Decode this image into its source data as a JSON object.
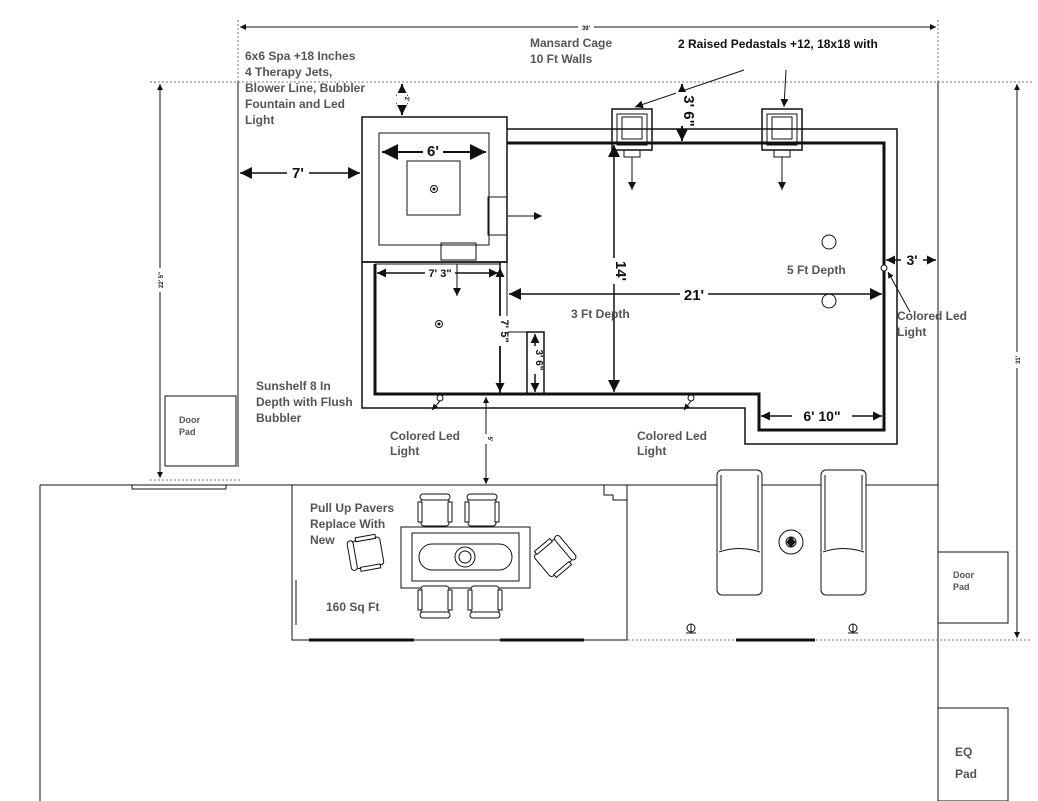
{
  "labels": {
    "spa": [
      "6x6 Spa +18 Inches",
      "4 Therapy Jets,",
      "Blower Line, Bubbler",
      "Fountain and Led",
      "Light"
    ],
    "cage": [
      "Mansard Cage",
      "10 Ft Walls"
    ],
    "pedestals": "2 Raised Pedastals +12, 18x18 with",
    "sunshelf": [
      "Sunshelf 8 In",
      "Depth with Flush",
      "Bubbler"
    ],
    "led_left": [
      "Colored Led",
      "Light"
    ],
    "led_mid": [
      "Colored Led",
      "Light"
    ],
    "led_right": [
      "Colored Led",
      "Light"
    ],
    "depth_5": "5 Ft Depth",
    "depth_3": "3 Ft Depth",
    "pavers": [
      "Pull Up Pavers",
      "Replace With",
      "New"
    ],
    "sqft": "160 Sq Ft",
    "door_pad_left": [
      "Door",
      "Pad"
    ],
    "door_pad_right": [
      "Door",
      "Pad"
    ],
    "eq_pad": [
      "EQ",
      "Pad"
    ]
  },
  "dimensions": {
    "overall_width": "39'",
    "left_height": "22' 5\"",
    "right_height": "31'",
    "spa_gap_top": "2'",
    "spa_setback": "7'",
    "spa_width": "6'",
    "pedestal_gap": "3' 6\"",
    "pool_length": "21'",
    "pool_width": "14'",
    "right_setback": "3'",
    "sunshelf_width": "7' 3\"",
    "sunshelf_length": "7' 5\"",
    "step_length": "3' 6\"",
    "notch_width": "6' 10\"",
    "patio_gap": "5'"
  },
  "colors": {
    "line": "#111111",
    "text": "#555555",
    "dim_text": "#111111",
    "dotted": "#777777"
  }
}
